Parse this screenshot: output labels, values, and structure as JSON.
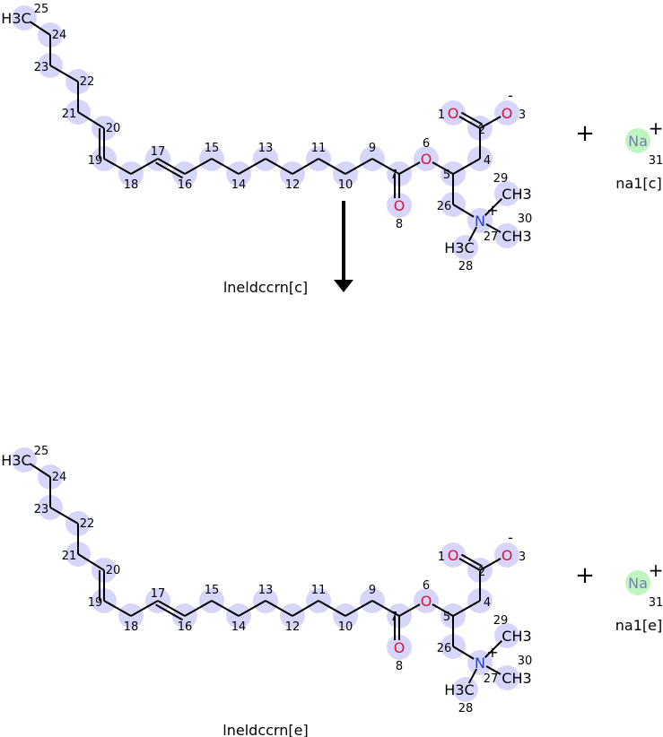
{
  "reaction": {
    "reactant_label": "lneldccrn[c]",
    "product_label": "lneldccrn[e]",
    "reactant_ion_label": "na1[c]",
    "product_ion_label": "na1[e]",
    "plus_sign": "+",
    "arrow_icon": "down-arrow"
  },
  "molecule": {
    "atoms": [
      {
        "num": "1",
        "sym": "O",
        "color": "#e0103a"
      },
      {
        "num": "2",
        "sym": "",
        "color": "#000000"
      },
      {
        "num": "3",
        "sym": "O",
        "color": "#e0103a",
        "charge": "-"
      },
      {
        "num": "4",
        "sym": "",
        "color": "#000000"
      },
      {
        "num": "5",
        "sym": "",
        "color": "#000000"
      },
      {
        "num": "6",
        "sym": "O",
        "color": "#e0103a"
      },
      {
        "num": "7",
        "sym": "",
        "color": "#000000"
      },
      {
        "num": "8",
        "sym": "O",
        "color": "#e0103a"
      },
      {
        "num": "9",
        "sym": "",
        "color": "#000000"
      },
      {
        "num": "10",
        "sym": "",
        "color": "#000000"
      },
      {
        "num": "11",
        "sym": "",
        "color": "#000000"
      },
      {
        "num": "12",
        "sym": "",
        "color": "#000000"
      },
      {
        "num": "13",
        "sym": "",
        "color": "#000000"
      },
      {
        "num": "14",
        "sym": "",
        "color": "#000000"
      },
      {
        "num": "15",
        "sym": "",
        "color": "#000000"
      },
      {
        "num": "16",
        "sym": "",
        "color": "#000000"
      },
      {
        "num": "17",
        "sym": "",
        "color": "#000000"
      },
      {
        "num": "18",
        "sym": "",
        "color": "#000000"
      },
      {
        "num": "19",
        "sym": "",
        "color": "#000000"
      },
      {
        "num": "20",
        "sym": "",
        "color": "#000000"
      },
      {
        "num": "21",
        "sym": "",
        "color": "#000000"
      },
      {
        "num": "22",
        "sym": "",
        "color": "#000000"
      },
      {
        "num": "23",
        "sym": "",
        "color": "#000000"
      },
      {
        "num": "24",
        "sym": "",
        "color": "#000000"
      },
      {
        "num": "25",
        "sym": "H3C",
        "color": "#000000"
      },
      {
        "num": "26",
        "sym": "",
        "color": "#000000"
      },
      {
        "num": "27",
        "sym": "N",
        "color": "#2040e0",
        "charge": "+"
      },
      {
        "num": "28",
        "sym": "H3C",
        "color": "#000000"
      },
      {
        "num": "29",
        "sym": "CH3",
        "color": "#000000"
      },
      {
        "num": "30",
        "sym": "CH3",
        "color": "#000000"
      }
    ],
    "bonds": [
      [
        25,
        24,
        1
      ],
      [
        24,
        23,
        1
      ],
      [
        23,
        22,
        1
      ],
      [
        22,
        21,
        1
      ],
      [
        21,
        20,
        1
      ],
      [
        20,
        19,
        2
      ],
      [
        19,
        18,
        1
      ],
      [
        18,
        17,
        1
      ],
      [
        17,
        16,
        2
      ],
      [
        16,
        15,
        1
      ],
      [
        15,
        14,
        1
      ],
      [
        14,
        13,
        1
      ],
      [
        13,
        12,
        1
      ],
      [
        12,
        11,
        1
      ],
      [
        11,
        10,
        1
      ],
      [
        10,
        9,
        1
      ],
      [
        9,
        7,
        1
      ],
      [
        7,
        8,
        2
      ],
      [
        7,
        6,
        1
      ],
      [
        6,
        5,
        1
      ],
      [
        5,
        4,
        1
      ],
      [
        4,
        2,
        1
      ],
      [
        2,
        1,
        2
      ],
      [
        2,
        3,
        1
      ],
      [
        5,
        26,
        1
      ],
      [
        26,
        27,
        1
      ],
      [
        27,
        29,
        1
      ],
      [
        27,
        30,
        1
      ],
      [
        27,
        28,
        1
      ]
    ]
  },
  "ion": {
    "sym": "Na",
    "num": "31",
    "charge": "+",
    "color": "#7a7ab8",
    "highlight": "#bff5bf"
  },
  "colors": {
    "atom_highlight": "#d6d6fa"
  }
}
